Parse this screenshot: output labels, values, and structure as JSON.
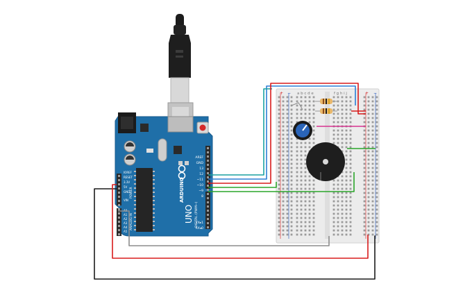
{
  "board": {
    "brand": "ARDUINO",
    "model": "UNO",
    "power_header": "POWER",
    "analog_header": "ANALOG IN",
    "digital_header": "DIGITAL (PWM~)",
    "aref": "AREF",
    "gnd": "GND",
    "pin_13": "13",
    "pin_12": "12",
    "pin_11": "~11",
    "pin_10": "~10",
    "pin_9": "~9",
    "pin_8": "8",
    "tx": "TX▸1",
    "rx": "RX◂0",
    "ioref": "IOREF",
    "reset": "RESET",
    "v33": "3.3V",
    "v5": "5V",
    "gnd_power": "GND",
    "vin": "VIN",
    "a0": "A0",
    "a1": "A1",
    "a2": "A2",
    "a3": "A3",
    "a4": "A4",
    "a5": "A5"
  },
  "breadboard": {
    "column_letters_left": "a b c d e",
    "column_letters_right": "f g h i j",
    "rail_plus": "+",
    "rail_minus": "−"
  },
  "colors": {
    "board_blue": "#1f6fa8",
    "wire_red": "#d81b1b",
    "wire_black": "#1a1a1a",
    "wire_gray": "#8c8c8c",
    "wire_green": "#2aa52a",
    "wire_blue": "#2c7fd6",
    "wire_teal": "#1aa1a1",
    "wire_magenta": "#d6338f",
    "breadboard": "#ececec"
  },
  "icons": {
    "usb_cable": "usb-cable-icon",
    "potentiometer": "potentiometer-icon",
    "buzzer": "piezo-buzzer-icon",
    "resistor": "resistor-icon",
    "arduino_logo": "arduino-infinity-logo"
  }
}
